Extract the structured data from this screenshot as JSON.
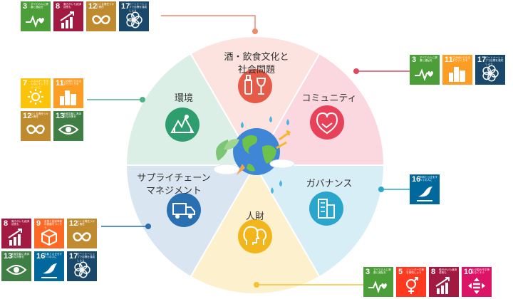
{
  "categories": [
    {
      "id": "alcohol",
      "label_lines": [
        "酒・飲食文化と",
        "社会問題"
      ],
      "color": "#fde3df",
      "icon_color": "#e65a48",
      "sdgs": [
        {
          "n": "3",
          "text": "すべての人に健康と福祉を",
          "color": "#4c9f38",
          "icon": "heartbeat-icon"
        },
        {
          "n": "8",
          "text": "働きがいも経済成長も",
          "color": "#a21942",
          "icon": "growth-icon"
        },
        {
          "n": "12",
          "text": "つくる責任つかう責任",
          "color": "#bf8b2e",
          "icon": "infinity-icon"
        },
        {
          "n": "17",
          "text": "パートナーシップで目標を達成しよう",
          "color": "#19486a",
          "icon": "flower-icon"
        }
      ]
    },
    {
      "id": "community",
      "label_lines": [
        "コミュニティ"
      ],
      "color": "#fbd8e0",
      "icon_color": "#e8425a",
      "sdgs": [
        {
          "n": "3",
          "text": "すべての人に健康と福祉を",
          "color": "#4c9f38",
          "icon": "heartbeat-icon"
        },
        {
          "n": "11",
          "text": "住み続けられるまちづくりを",
          "color": "#fd9d24",
          "icon": "city-icon"
        },
        {
          "n": "17",
          "text": "パートナーシップで目標を達成しよう",
          "color": "#19486a",
          "icon": "flower-icon"
        }
      ]
    },
    {
      "id": "governance",
      "label_lines": [
        "ガバナンス"
      ],
      "color": "#d8eef6",
      "icon_color": "#2aa6cc",
      "sdgs": [
        {
          "n": "16",
          "text": "平和と公正をすべての人に",
          "color": "#00689d",
          "icon": "dove-icon"
        }
      ]
    },
    {
      "id": "people",
      "label_lines": [
        "人財"
      ],
      "color": "#fdf0cc",
      "icon_color": "#f3b51c",
      "sdgs": [
        {
          "n": "3",
          "text": "すべての人に健康と福祉を",
          "color": "#4c9f38",
          "icon": "heartbeat-icon"
        },
        {
          "n": "5",
          "text": "ジェンダー平等を実現しよう",
          "color": "#ff3a21",
          "icon": "gender-icon"
        },
        {
          "n": "8",
          "text": "働きがいも経済成長も",
          "color": "#a21942",
          "icon": "growth-icon"
        },
        {
          "n": "10",
          "text": "人や国の不平等をなくそう",
          "color": "#dd1367",
          "icon": "equality-icon"
        }
      ]
    },
    {
      "id": "supplychain",
      "label_lines": [
        "サプライチェーン",
        "マネジメント"
      ],
      "color": "#d9e6f2",
      "icon_color": "#2a6fb0",
      "sdgs": [
        {
          "n": "8",
          "text": "働きがいも経済成長も",
          "color": "#a21942",
          "icon": "growth-icon"
        },
        {
          "n": "9",
          "text": "産業と技術革新の基盤をつくろう",
          "color": "#fd6925",
          "icon": "cube-icon"
        },
        {
          "n": "12",
          "text": "つくる責任つかう責任",
          "color": "#bf8b2e",
          "icon": "infinity-icon"
        },
        {
          "n": "13",
          "text": "気候変動に具体的な対策を",
          "color": "#3f7e44",
          "icon": "eye-icon"
        },
        {
          "n": "16",
          "text": "平和と公正をすべての人に",
          "color": "#00689d",
          "icon": "dove-icon"
        },
        {
          "n": "17",
          "text": "パートナーシップで目標を達成しよう",
          "color": "#19486a",
          "icon": "flower-icon"
        }
      ]
    },
    {
      "id": "environment",
      "label_lines": [
        "環境"
      ],
      "color": "#dcefe7",
      "icon_color": "#2f9e6e",
      "sdgs": [
        {
          "n": "7",
          "text": "エネルギーをみんなにそしてクリーンに",
          "color": "#fcc30b",
          "icon": "sun-icon"
        },
        {
          "n": "11",
          "text": "住み続けられるまちづくりを",
          "color": "#fd9d24",
          "icon": "city-icon"
        },
        {
          "n": "12",
          "text": "つくる責任つかう責任",
          "color": "#bf8b2e",
          "icon": "infinity-icon"
        },
        {
          "n": "13",
          "text": "気候変動に具体的な対策を",
          "color": "#3f7e44",
          "icon": "eye-icon"
        }
      ]
    }
  ]
}
